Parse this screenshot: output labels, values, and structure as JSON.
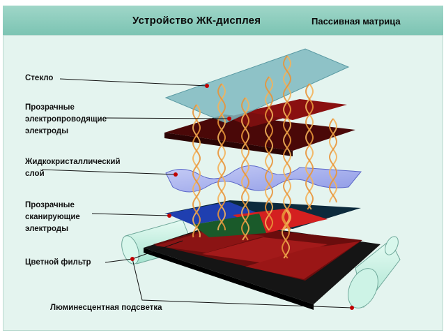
{
  "header": {
    "title": "Устройство ЖК-дисплея",
    "subtitle": "Пассивная матрица"
  },
  "labels": {
    "glass": "Стекло",
    "transparent_conductive_electrodes": "Прозрачные\nэлектропроводящие\nэлектроды",
    "liquid_crystal_layer": "Жидкокристаллический\nслой",
    "transparent_scanning_electrodes": "Прозрачные\nсканирующие\nэлектроды",
    "color_filter": "Цветной фильтр",
    "backlight": "Люминесцентная подсветка"
  },
  "colors": {
    "header_bg": "#8fcdbd",
    "panel_bg": "#e4f4ef",
    "glass": "#7fb8c0",
    "electrode_red": "#8a0f0f",
    "lc_layer": "#a9b4ee",
    "scan_blue": "#1f3fb0",
    "filter_red": "#c41a1a",
    "base_black": "#151515",
    "lamp": "#bfeedd",
    "helix": "#f0a640",
    "leader_dot": "#c00000"
  }
}
